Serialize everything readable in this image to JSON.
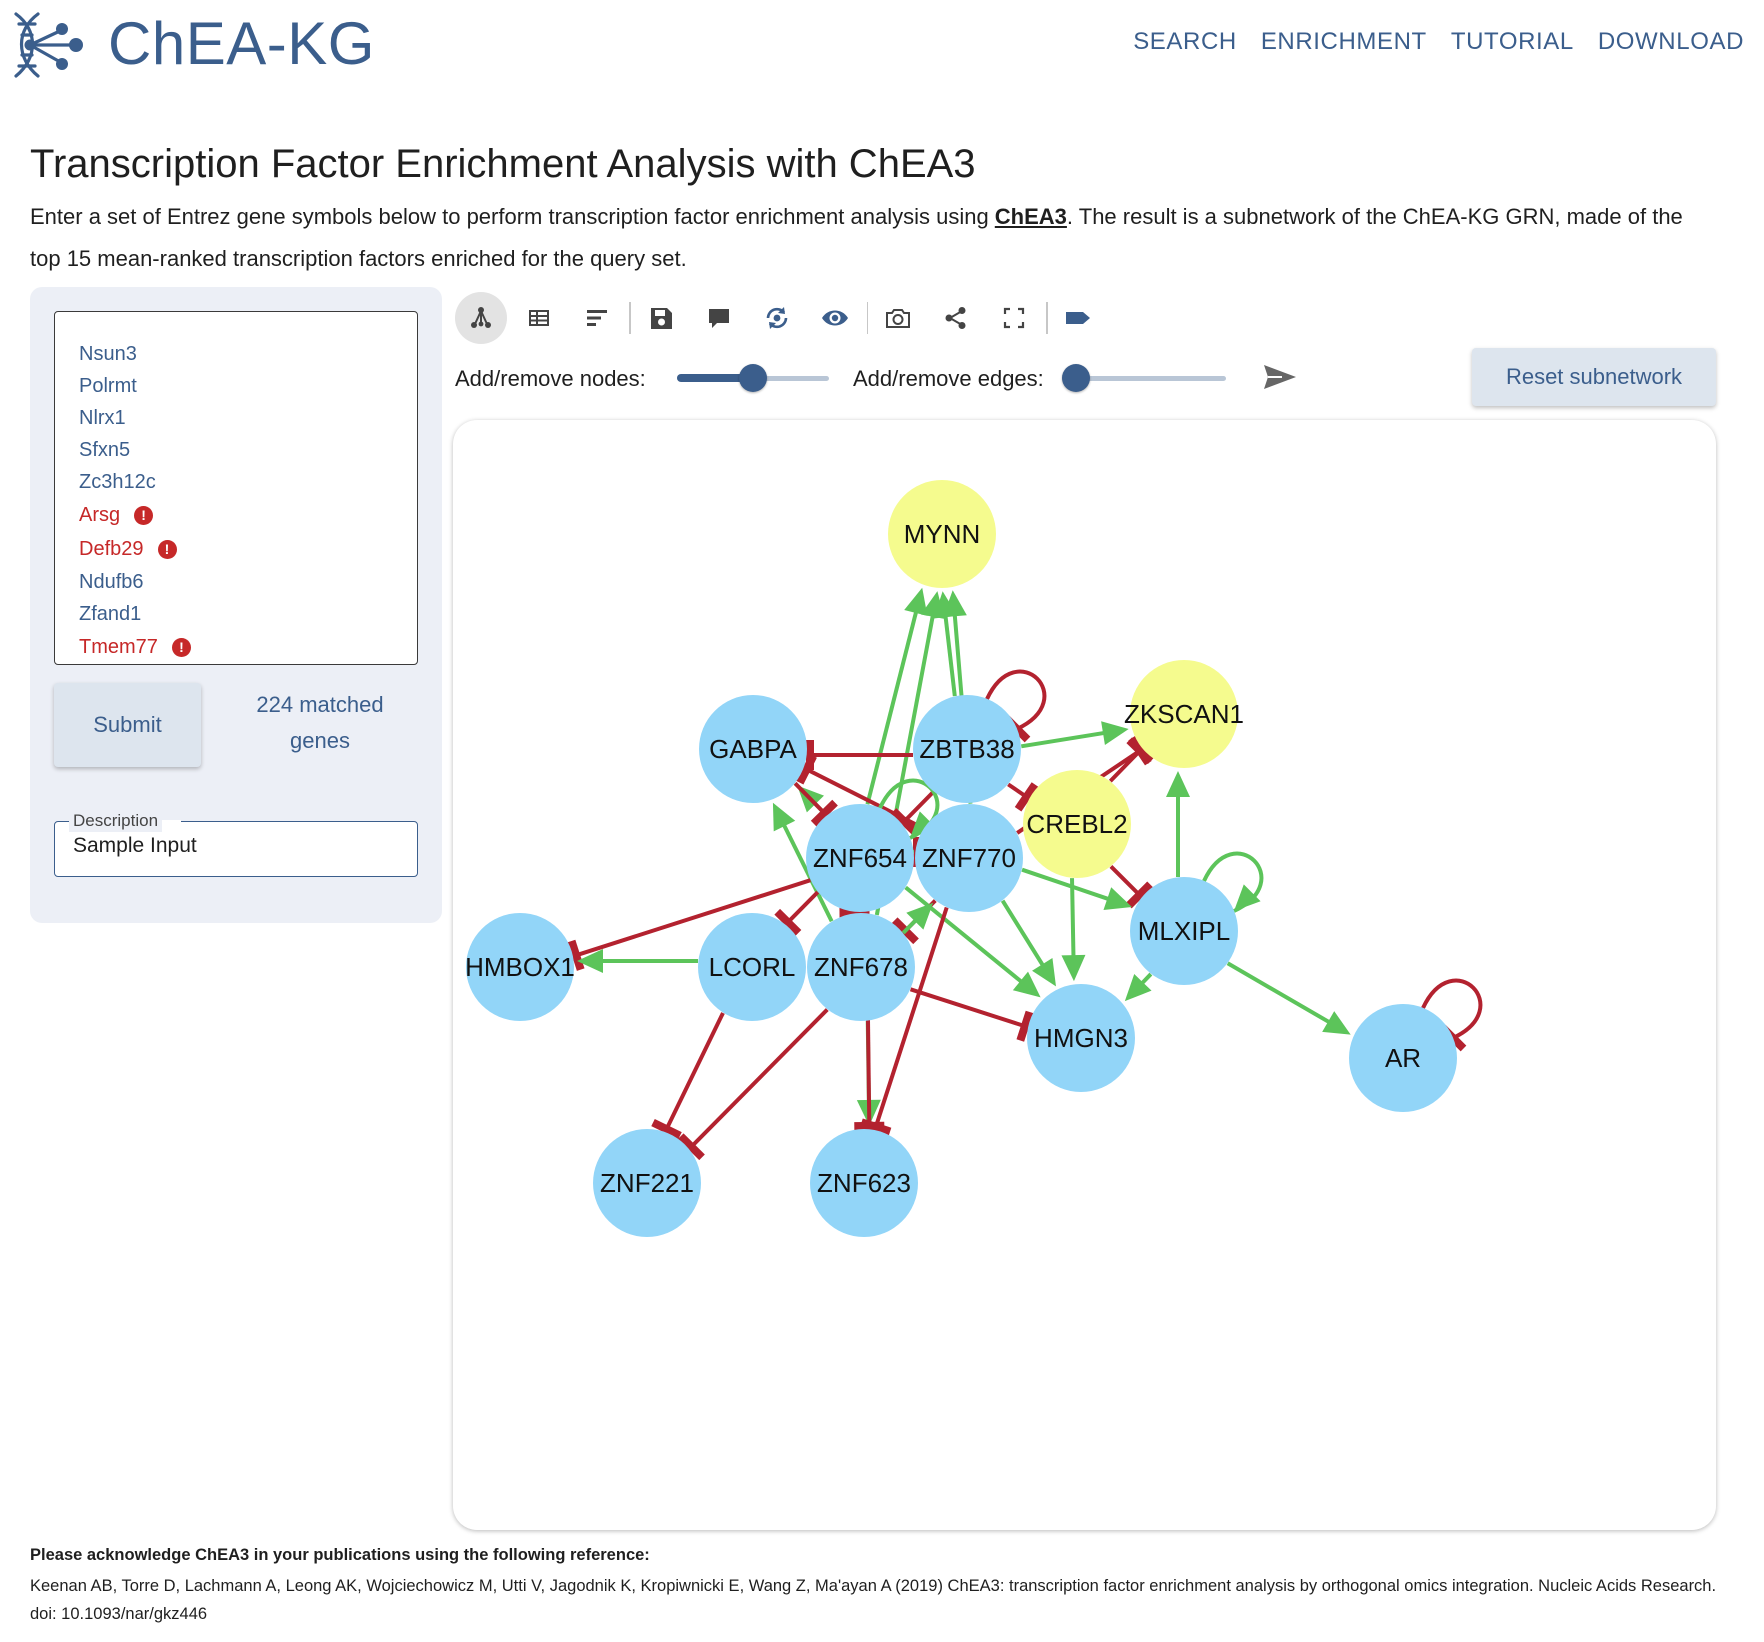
{
  "header": {
    "brand": "ChEA-KG",
    "nav": [
      "SEARCH",
      "ENRICHMENT",
      "TUTORIAL",
      "DOWNLOAD"
    ]
  },
  "intro": {
    "title": "Transcription Factor Enrichment Analysis with ChEA3",
    "text_before": "Enter a set of Entrez gene symbols below to perform transcription factor enrichment analysis using ",
    "link": "ChEA3",
    "text_after": ". The result is a subnetwork of the ChEA-KG GRN, made of the top 15 mean-ranked transcription factors enriched for the query set."
  },
  "genes": [
    {
      "name": "Nsun3",
      "matched": true
    },
    {
      "name": "Polrmt",
      "matched": true
    },
    {
      "name": "Nlrx1",
      "matched": true
    },
    {
      "name": "Sfxn5",
      "matched": true
    },
    {
      "name": "Zc3h12c",
      "matched": true
    },
    {
      "name": "Arsg",
      "matched": false
    },
    {
      "name": "Defb29",
      "matched": false
    },
    {
      "name": "Ndufb6",
      "matched": true
    },
    {
      "name": "Zfand1",
      "matched": true
    },
    {
      "name": "Tmem77",
      "matched": false
    }
  ],
  "form": {
    "submit_label": "Submit",
    "matched_text": "224 matched genes",
    "description_label": "Description",
    "description_value": "Sample Input"
  },
  "toolbar": {
    "tools": [
      "network-icon",
      "table-icon",
      "bar-chart-icon",
      "save-icon",
      "comment-icon",
      "refresh-icon",
      "eye-icon",
      "camera-icon",
      "share-icon",
      "fullscreen-icon",
      "tag-icon"
    ],
    "active": "network-icon"
  },
  "controls": {
    "nodes_label": "Add/remove nodes:",
    "nodes_value": 0.5,
    "edges_label": "Add/remove edges:",
    "edges_value": 0.0,
    "reset_label": "Reset subnetwork"
  },
  "colors": {
    "node_tf": "#92d5f8",
    "node_highlight": "#f5fb8e",
    "activation": "#5cc45a",
    "repression": "#b3222f",
    "brand": "#3b5e8c"
  },
  "network": {
    "nodes": [
      {
        "id": "MYNN",
        "highlight": true
      },
      {
        "id": "GABPA",
        "highlight": false
      },
      {
        "id": "ZBTB38",
        "highlight": false
      },
      {
        "id": "ZKSCAN1",
        "highlight": true
      },
      {
        "id": "CREBL2",
        "highlight": true
      },
      {
        "id": "ZNF654",
        "highlight": false
      },
      {
        "id": "ZNF770",
        "highlight": false
      },
      {
        "id": "MLXIPL",
        "highlight": false
      },
      {
        "id": "HMBOX1",
        "highlight": false
      },
      {
        "id": "LCORL",
        "highlight": false
      },
      {
        "id": "ZNF678",
        "highlight": false
      },
      {
        "id": "HMGN3",
        "highlight": false
      },
      {
        "id": "AR",
        "highlight": false
      },
      {
        "id": "ZNF221",
        "highlight": false
      },
      {
        "id": "ZNF623",
        "highlight": false
      }
    ],
    "edges": [
      {
        "s": "ZNF654",
        "t": "MYNN",
        "type": "activation"
      },
      {
        "s": "ZNF770",
        "t": "MYNN",
        "type": "activation"
      },
      {
        "s": "ZBTB38",
        "t": "MYNN",
        "type": "activation"
      },
      {
        "s": "ZNF678",
        "t": "MYNN",
        "type": "activation"
      },
      {
        "s": "ZBTB38",
        "t": "GABPA",
        "type": "repression"
      },
      {
        "s": "ZBTB38",
        "t": "ZKSCAN1",
        "type": "activation"
      },
      {
        "s": "CREBL2",
        "t": "ZKSCAN1",
        "type": "repression"
      },
      {
        "s": "ZNF770",
        "t": "ZKSCAN1",
        "type": "repression"
      },
      {
        "s": "MLXIPL",
        "t": "ZKSCAN1",
        "type": "activation"
      },
      {
        "s": "ZNF654",
        "t": "GABPA",
        "type": "activation"
      },
      {
        "s": "ZNF678",
        "t": "GABPA",
        "type": "activation"
      },
      {
        "s": "ZNF770",
        "t": "GABPA",
        "type": "repression"
      },
      {
        "s": "ZNF654",
        "t": "HMBOX1",
        "type": "repression"
      },
      {
        "s": "LCORL",
        "t": "HMBOX1",
        "type": "activation"
      },
      {
        "s": "ZNF770",
        "t": "HMGN3",
        "type": "activation"
      },
      {
        "s": "CREBL2",
        "t": "HMGN3",
        "type": "activation"
      },
      {
        "s": "MLXIPL",
        "t": "HMGN3",
        "type": "activation"
      },
      {
        "s": "ZNF678",
        "t": "HMGN3",
        "type": "repression"
      },
      {
        "s": "ZNF654",
        "t": "HMGN3",
        "type": "activation"
      },
      {
        "s": "CREBL2",
        "t": "MLXIPL",
        "type": "repression"
      },
      {
        "s": "ZNF770",
        "t": "MLXIPL",
        "type": "activation"
      },
      {
        "s": "MLXIPL",
        "t": "AR",
        "type": "activation"
      },
      {
        "s": "ZNF678",
        "t": "ZNF623",
        "type": "activation"
      },
      {
        "s": "ZNF770",
        "t": "ZNF623",
        "type": "repression"
      },
      {
        "s": "ZNF654",
        "t": "ZNF623",
        "type": "repression"
      },
      {
        "s": "LCORL",
        "t": "ZNF221",
        "type": "repression"
      },
      {
        "s": "ZNF678",
        "t": "ZNF221",
        "type": "repression"
      },
      {
        "s": "ZNF654",
        "t": "ZNF678",
        "type": "repression"
      },
      {
        "s": "ZNF770",
        "t": "ZNF678",
        "type": "repression"
      },
      {
        "s": "ZNF654",
        "t": "LCORL",
        "type": "repression"
      },
      {
        "s": "ZNF678",
        "t": "ZNF654",
        "type": "repression"
      },
      {
        "s": "ZNF770",
        "t": "ZNF654",
        "type": "repression"
      },
      {
        "s": "ZNF654",
        "t": "ZNF770",
        "type": "activation"
      },
      {
        "s": "ZBTB38",
        "t": "CREBL2",
        "type": "repression"
      },
      {
        "s": "ZBTB38",
        "t": "ZNF654",
        "type": "repression"
      },
      {
        "s": "ZNF678",
        "t": "ZNF770",
        "type": "activation"
      },
      {
        "s": "GABPA",
        "t": "ZNF654",
        "type": "repression"
      }
    ],
    "self_loops": [
      {
        "n": "ZBTB38",
        "type": "repression"
      },
      {
        "n": "ZNF654",
        "type": "activation"
      },
      {
        "n": "AR",
        "type": "repression"
      },
      {
        "n": "MLXIPL",
        "type": "activation"
      }
    ]
  },
  "footer": {
    "ack": "Please acknowledge ChEA3 in your publications using the following reference:",
    "reference": "Keenan AB, Torre D, Lachmann A, Leong AK, Wojciechowicz M, Utti V, Jagodnik K, Kropiwnicki E, Wang Z, Ma'ayan A (2019) ChEA3: transcription factor enrichment analysis by orthogonal omics integration. Nucleic Acids Research. doi: 10.1093/nar/gkz446"
  }
}
